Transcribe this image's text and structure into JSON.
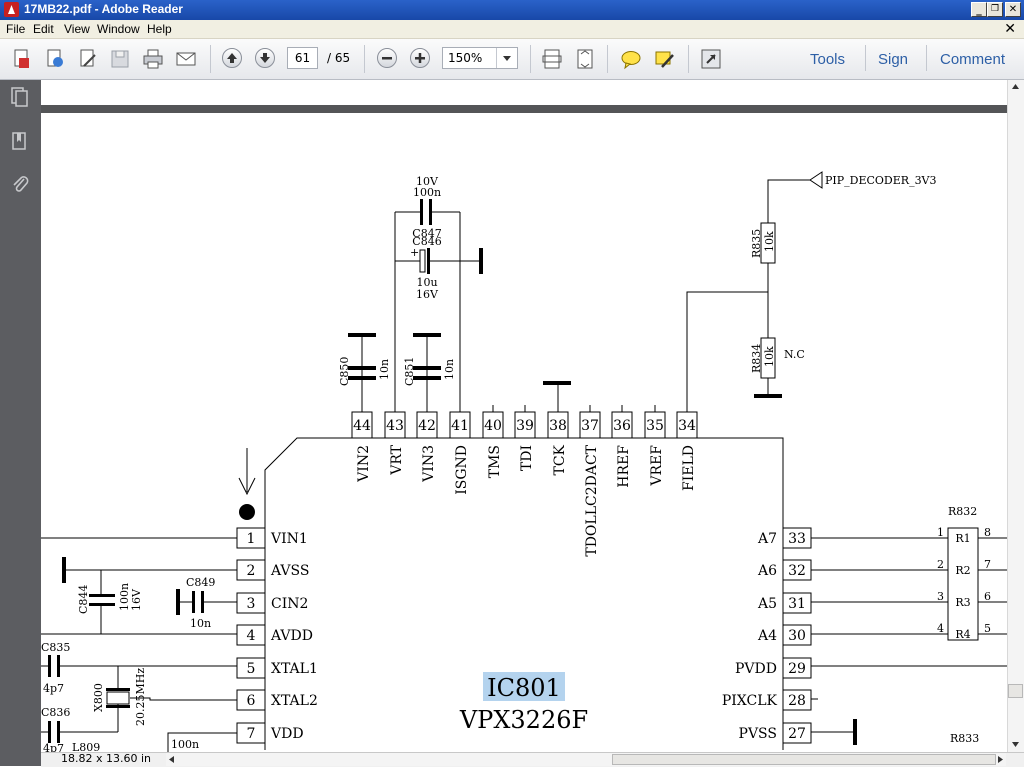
{
  "window": {
    "title": "17MB22.pdf - Adobe Reader",
    "minimize_glyph": "_",
    "restore_glyph": "❐",
    "close_glyph": "✕"
  },
  "menu": {
    "items": [
      "File",
      "Edit",
      "View",
      "Window",
      "Help"
    ],
    "close_glyph": "✕"
  },
  "toolbar": {
    "page_current": "61",
    "page_total": "/ 65",
    "zoom": "150%",
    "links": [
      "Tools",
      "Sign",
      "Comment"
    ],
    "icons": [
      "create-pdf-icon",
      "edit-pdf-icon",
      "sign-edit-icon",
      "save-icon",
      "print-icon",
      "email-icon",
      "page-up-icon",
      "page-down-icon",
      "zoom-out-icon",
      "zoom-in-icon",
      "fit-width-icon",
      "fit-page-icon",
      "comment-icon",
      "highlight-icon",
      "expand-icon"
    ]
  },
  "left_panel": {
    "icons": [
      "pages-icon",
      "bookmarks-icon",
      "attachments-icon"
    ]
  },
  "status": {
    "page_size": "18.82 x 13.60 in"
  },
  "schematic": {
    "chip_name": "IC801",
    "chip_part": "VPX3226F",
    "top_pins": [
      {
        "num": "44",
        "name": "VIN2"
      },
      {
        "num": "43",
        "name": "VRT"
      },
      {
        "num": "42",
        "name": "VIN3"
      },
      {
        "num": "41",
        "name": "ISGND"
      },
      {
        "num": "40",
        "name": "TMS"
      },
      {
        "num": "39",
        "name": "TDI"
      },
      {
        "num": "38",
        "name": "TCK"
      },
      {
        "num": "37",
        "name": "TDOLLC2DACT"
      },
      {
        "num": "36",
        "name": "HREF"
      },
      {
        "num": "35",
        "name": "VREF"
      },
      {
        "num": "34",
        "name": "FIELD"
      }
    ],
    "left_pins": [
      {
        "num": "1",
        "name": "VIN1"
      },
      {
        "num": "2",
        "name": "AVSS"
      },
      {
        "num": "3",
        "name": "CIN2"
      },
      {
        "num": "4",
        "name": "AVDD"
      },
      {
        "num": "5",
        "name": "XTAL1"
      },
      {
        "num": "6",
        "name": "XTAL2"
      },
      {
        "num": "7",
        "name": "VDD"
      }
    ],
    "right_pins": [
      {
        "num": "33",
        "name": "A7"
      },
      {
        "num": "32",
        "name": "A6"
      },
      {
        "num": "31",
        "name": "A5"
      },
      {
        "num": "30",
        "name": "A4"
      },
      {
        "num": "29",
        "name": "PVDD"
      },
      {
        "num": "28",
        "name": "PIXCLK"
      },
      {
        "num": "27",
        "name": "PVSS"
      }
    ],
    "net_label": "PIP_DECODER_3V3",
    "r835": {
      "ref": "R835",
      "value": "10k"
    },
    "r834": {
      "ref": "R834",
      "value": "10k",
      "note": "N.C"
    },
    "c847": {
      "ref": "C847",
      "voltage": "10V",
      "value": "100n"
    },
    "c846": {
      "ref": "C846",
      "value": "10u",
      "voltage": "16V",
      "polarity": "+"
    },
    "c850": {
      "ref": "C850",
      "value": "10n"
    },
    "c851": {
      "ref": "C851",
      "value": "10n"
    },
    "c844": {
      "ref": "C844",
      "value": "100n",
      "voltage": "16V"
    },
    "c849": {
      "ref": "C849",
      "value": "10n"
    },
    "c835": {
      "ref": "C835",
      "value": "4p7"
    },
    "c836": {
      "ref": "C836",
      "value": "4p7"
    },
    "x800": {
      "ref": "X800",
      "value": "20.25MHz"
    },
    "l809": {
      "ref": "L809"
    },
    "l809_cap": {
      "value": "100n"
    },
    "r832": {
      "ref": "R832",
      "left_pins": [
        "1",
        "2",
        "3",
        "4"
      ],
      "right_pins": [
        "8",
        "7",
        "6",
        "5"
      ],
      "elements": [
        "R1",
        "R2",
        "R3",
        "R4"
      ]
    },
    "r833": {
      "ref": "R833"
    }
  }
}
